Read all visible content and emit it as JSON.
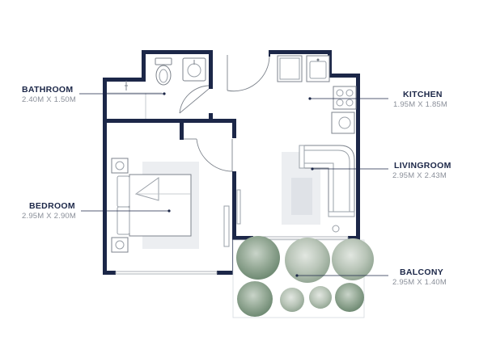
{
  "rooms": {
    "bathroom": {
      "name": "BATHROOM",
      "size": "2.40M X 1.50M"
    },
    "kitchen": {
      "name": "KITCHEN",
      "size": "1.95M X 1.85M"
    },
    "livingroom": {
      "name": "LIVINGROOM",
      "size": "2.95M X 2.43M"
    },
    "bedroom": {
      "name": "BEDROOM",
      "size": "2.95M X 2.90M"
    },
    "balcony": {
      "name": "BALCONY",
      "size": "2.95M X 1.40M"
    }
  },
  "colors": {
    "wall": "#1c2748",
    "label": "#1c2748",
    "dimension": "#8a8f99",
    "fixture_line": "#9aa0a8",
    "rug": "#eceef1",
    "plant": "#8ea590"
  },
  "icons": [
    "toilet-icon",
    "sink-icon",
    "bed-icon",
    "sofa-icon",
    "stove-icon",
    "washing-machine-icon",
    "plant-icon"
  ]
}
